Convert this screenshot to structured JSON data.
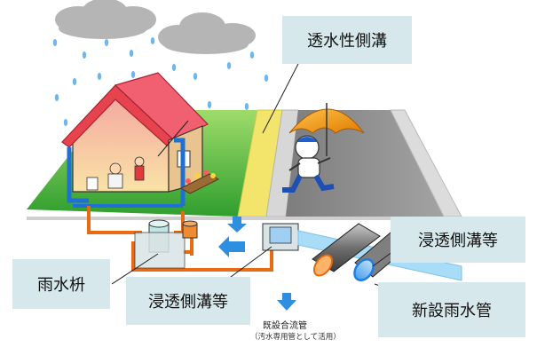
{
  "labels": {
    "permeable_gutter": "透水性側溝",
    "infiltration_gutter_right": "浸透側溝等",
    "new_rain_pipe": "新設雨水管",
    "rainwater_basin": "雨水枡",
    "infiltration_gutter_bottom": "浸透側溝等"
  },
  "pipe_note": {
    "main": "既設合流管",
    "sub": "（汚水専用管として活用）"
  },
  "colors": {
    "callout_bg": "#d6e8ec",
    "road": "#8e8e8e",
    "sidewalk": "#d3d3d3",
    "grass": "#3fae3a",
    "permeable_strip": "#f2e46a",
    "roof": "#e6434f",
    "house_wall": "#f7d29a",
    "water_blue": "#2e8fe0",
    "pipe_orange": "#e86a12",
    "pipe_blue": "#1e7ee8",
    "umbrella": "#f39c12",
    "cloud": "#b8b8b8"
  }
}
